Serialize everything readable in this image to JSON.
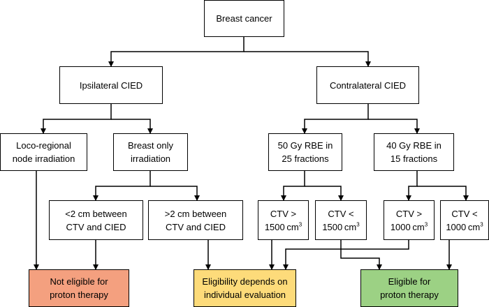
{
  "nodes": {
    "root": {
      "lines": [
        "Breast cancer"
      ]
    },
    "ipsi": {
      "lines": [
        "Ipsilateral CIED"
      ]
    },
    "contra": {
      "lines": [
        "Contralateral CIED"
      ]
    },
    "loco": {
      "lines": [
        "Loco-regional",
        "node irradiation"
      ]
    },
    "breast_only": {
      "lines": [
        "Breast only",
        "irradiation"
      ]
    },
    "lt2": {
      "lines": [
        "<2 cm between",
        "CTV and CIED"
      ]
    },
    "gt2": {
      "lines": [
        ">2 cm between",
        "CTV and CIED"
      ]
    },
    "gy50": {
      "lines": [
        "50 Gy RBE in",
        "25 fractions"
      ]
    },
    "gy40": {
      "lines": [
        "40 Gy RBE in",
        "15 fractions"
      ]
    },
    "ctv_gt_1500": {
      "line1": "CTV >",
      "value": "1500",
      "unit": "cm",
      "exp": "3"
    },
    "ctv_lt_1500": {
      "line1": "CTV <",
      "value": "1500",
      "unit": "cm",
      "exp": "3"
    },
    "ctv_gt_1000": {
      "line1": "CTV >",
      "value": "1000",
      "unit": "cm",
      "exp": "3"
    },
    "ctv_lt_1000": {
      "line1": "CTV <",
      "value": "1000",
      "unit": "cm",
      "exp": "3"
    },
    "not_eligible": {
      "lines": [
        "Not eligible for",
        "proton therapy"
      ]
    },
    "depends": {
      "lines": [
        "Eligibility depends on",
        "individual evaluation"
      ]
    },
    "eligible": {
      "lines": [
        "Eligible for",
        "proton therapy"
      ]
    }
  },
  "colors": {
    "not_eligible": "#f4a07f",
    "depends": "#fddb7a",
    "eligible": "#9cd184"
  }
}
